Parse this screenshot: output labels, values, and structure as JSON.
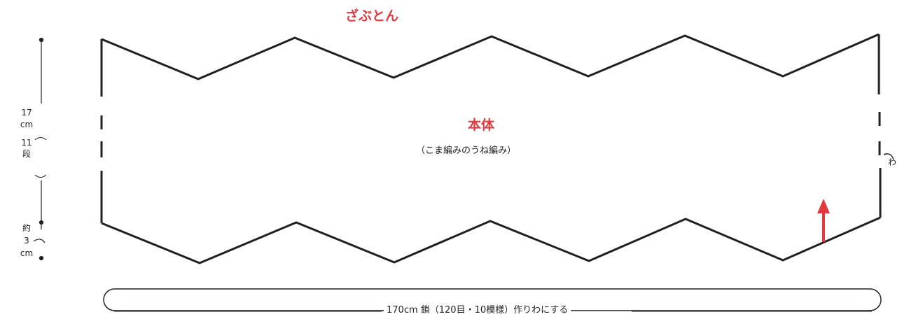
{
  "title": "ざぶとん",
  "body": {
    "label": "本体",
    "stitch": "（こま編みのうね編み）"
  },
  "ring_mark": "わ",
  "height_measure": {
    "value": "17",
    "unit": "cm",
    "rows": "11",
    "rows_unit": "段"
  },
  "zigzag_measure": {
    "prefix": "約",
    "value": "3",
    "unit": "cm"
  },
  "foundation": "170cm 鎖（120目・10模様）作りわにする",
  "colors": {
    "ink": "#231f20",
    "accent": "#e0393e"
  }
}
